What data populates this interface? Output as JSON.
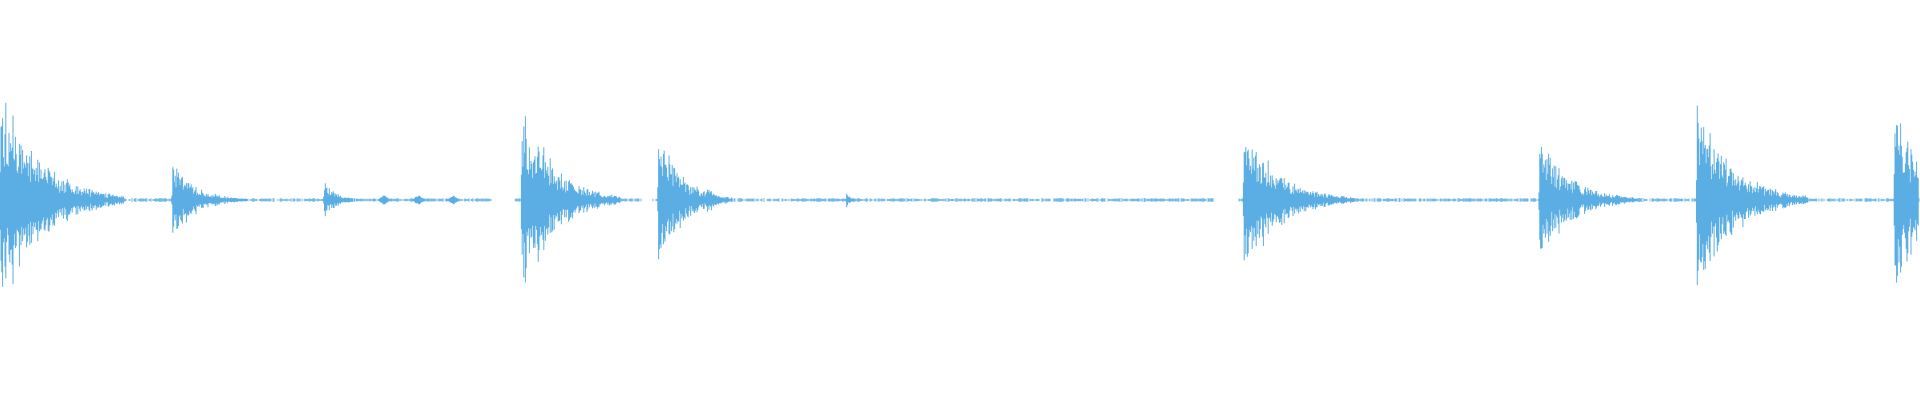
{
  "waveform": {
    "color": "#5aaee3",
    "baseline_level": 0.0,
    "duration_fraction_total": 1.0,
    "transients": [
      {
        "position": 0.0005,
        "amplitude": 0.76,
        "decay": 0.02,
        "secondary": 0.0
      },
      {
        "position": 0.09,
        "amplitude": 0.26,
        "decay": 0.012,
        "secondary": 0.0
      },
      {
        "position": 0.169,
        "amplitude": 0.14,
        "decay": 0.006,
        "secondary": 0.0
      },
      {
        "position": 0.272,
        "amplitude": 0.68,
        "decay": 0.016,
        "secondary": 0.0
      },
      {
        "position": 0.297,
        "amplitude": 0.16,
        "decay": 0.004,
        "secondary": 0.0
      },
      {
        "position": 0.343,
        "amplitude": 0.46,
        "decay": 0.012,
        "secondary": 0.0
      },
      {
        "position": 0.368,
        "amplitude": 0.12,
        "decay": 0.004,
        "secondary": 0.0
      },
      {
        "position": 0.441,
        "amplitude": 0.05,
        "decay": 0.002,
        "secondary": 0.0
      },
      {
        "position": 0.648,
        "amplitude": 0.5,
        "decay": 0.018,
        "secondary": 0.0
      },
      {
        "position": 0.802,
        "amplitude": 0.4,
        "decay": 0.016,
        "secondary": 0.0
      },
      {
        "position": 0.884,
        "amplitude": 0.66,
        "decay": 0.018,
        "secondary": 0.0
      },
      {
        "position": 0.987,
        "amplitude": 0.74,
        "decay": 0.012,
        "secondary": 0.0
      }
    ],
    "noise_bursts": [
      {
        "position": 0.2,
        "amplitude": 0.03
      },
      {
        "position": 0.218,
        "amplitude": 0.035
      },
      {
        "position": 0.236,
        "amplitude": 0.03
      }
    ],
    "silent_gaps": [
      [
        0.006,
        0.008
      ],
      [
        0.256,
        0.268
      ],
      [
        0.334,
        0.34
      ],
      [
        0.632,
        0.645
      ]
    ]
  }
}
